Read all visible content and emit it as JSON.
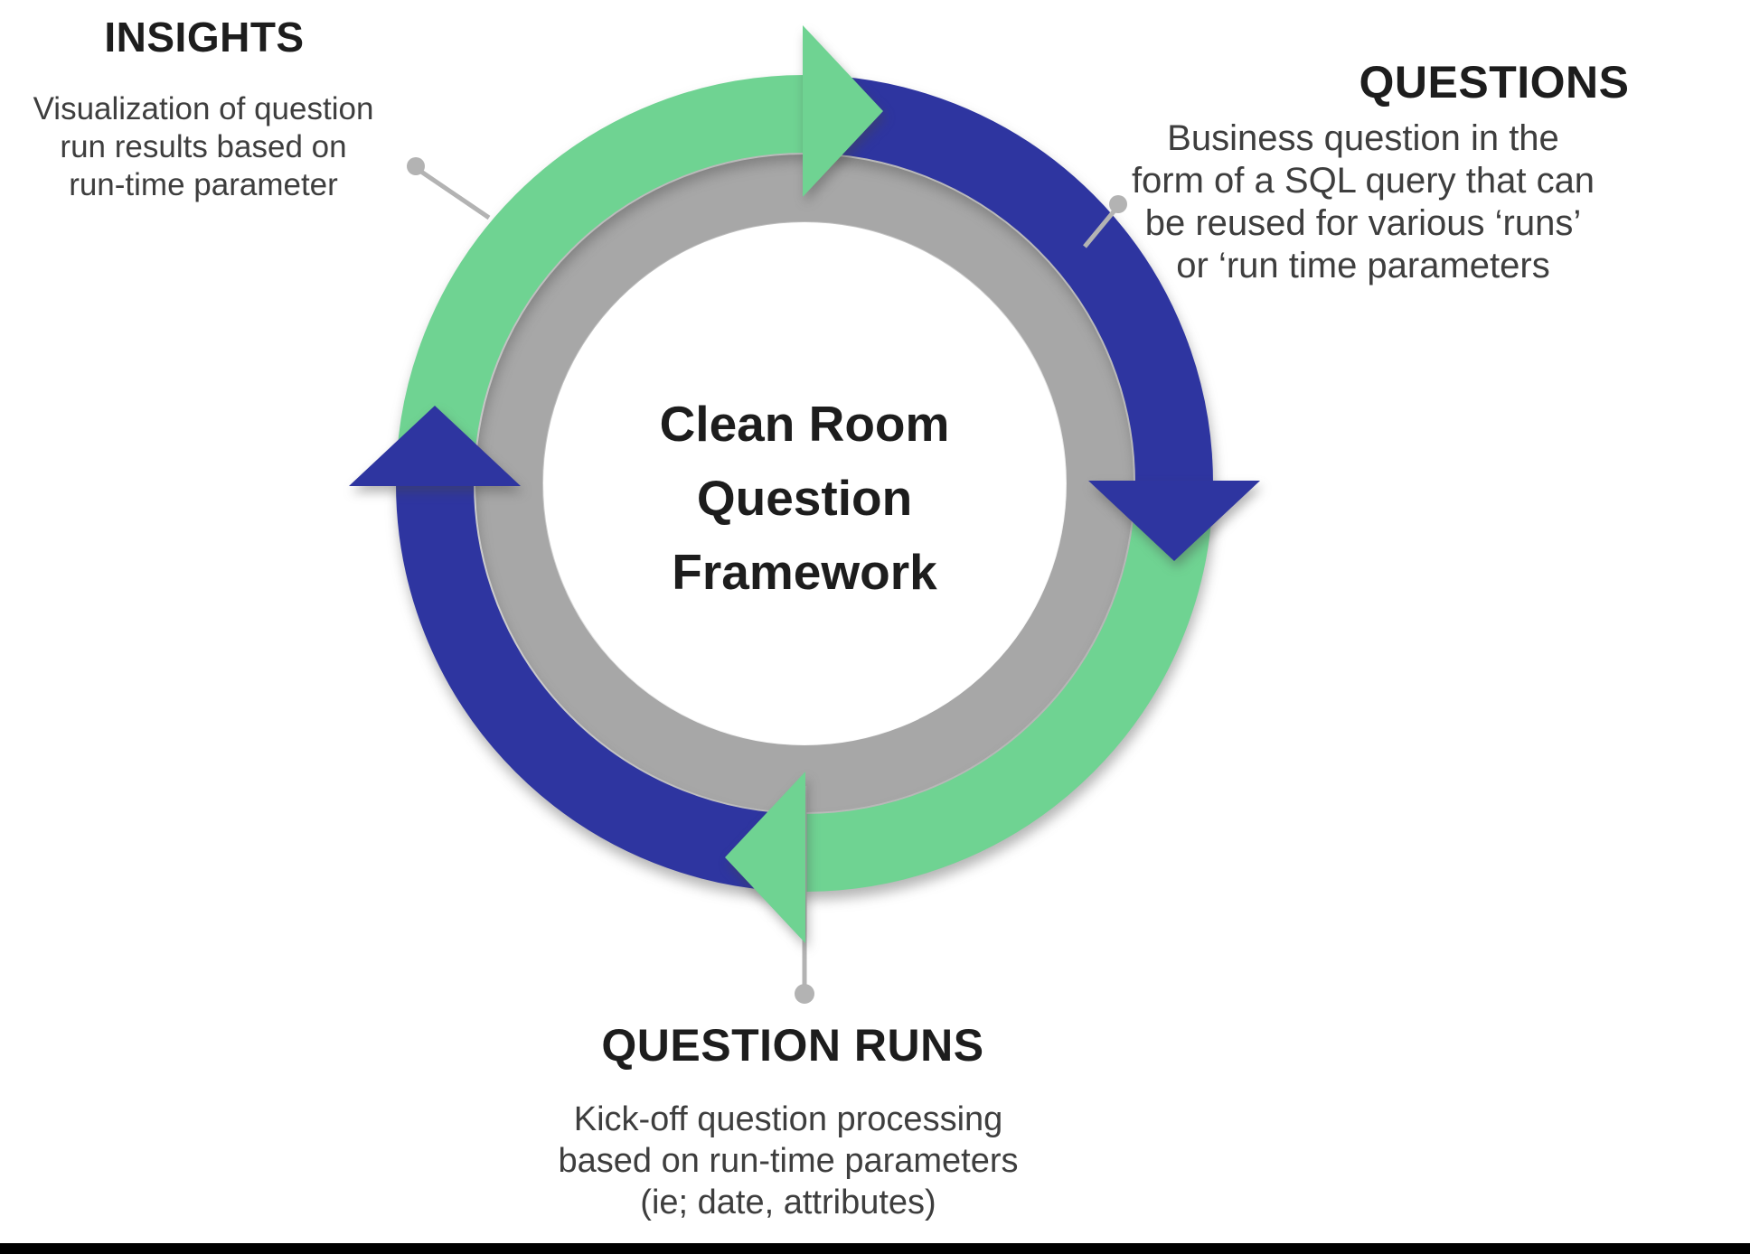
{
  "colors": {
    "green": "#6fd392",
    "blue": "#2e35a0",
    "ring_gray": "#a7a7a7",
    "connector_gray": "#b3b3b3",
    "heading_text": "#1d1d1d",
    "body_text": "#3e3e3e",
    "background": "#ffffff",
    "bottom_bar": "#000000"
  },
  "center": {
    "lines": [
      "Clean Room",
      "Question",
      "Framework"
    ]
  },
  "sections": {
    "insights": {
      "heading": "INSIGHTS",
      "lines": [
        "Visualization of question",
        "run results based on",
        "run-time parameter"
      ]
    },
    "questions": {
      "heading": "QUESTIONS",
      "lines": [
        "Business question in the",
        "form of a SQL query that can",
        "be reused for various ‘runs’",
        "or ‘run time parameters"
      ]
    },
    "question_runs": {
      "heading": "QUESTION RUNS",
      "lines": [
        "Kick-off question processing",
        "based on run-time parameters",
        "(ie; date, attributes)"
      ]
    }
  }
}
